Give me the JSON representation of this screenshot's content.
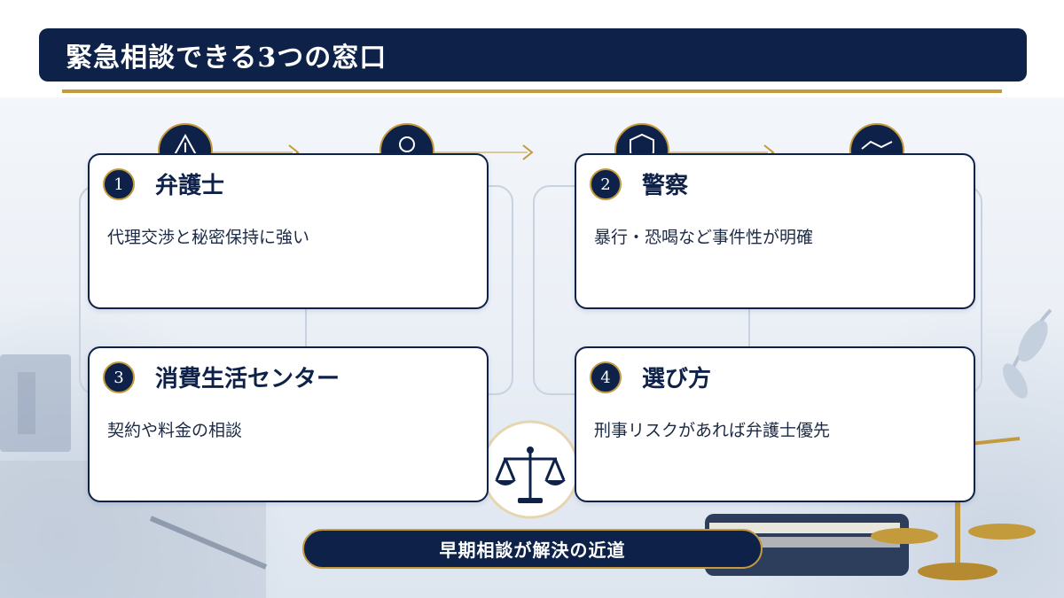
{
  "header": {
    "title": "緊急相談できる3つの窓口"
  },
  "cards": [
    {
      "number": "1",
      "title": "弁護士",
      "description": "代理交渉と秘密保持に強い"
    },
    {
      "number": "2",
      "title": "警察",
      "description": "暴行・恐喝など事件性が明確"
    },
    {
      "number": "3",
      "title": "消費生活センター",
      "description": "契約や料金の相談"
    },
    {
      "number": "4",
      "title": "選び方",
      "description": "刑事リスクがあれば弁護士優先"
    }
  ],
  "footer": {
    "label": "早期相談が解決の近道"
  },
  "colors": {
    "navy": "#0e2249",
    "gold": "#c39a3c"
  },
  "icons": [
    "warning-icon",
    "person-icon",
    "shield-icon",
    "handshake-icon",
    "scales-icon"
  ]
}
